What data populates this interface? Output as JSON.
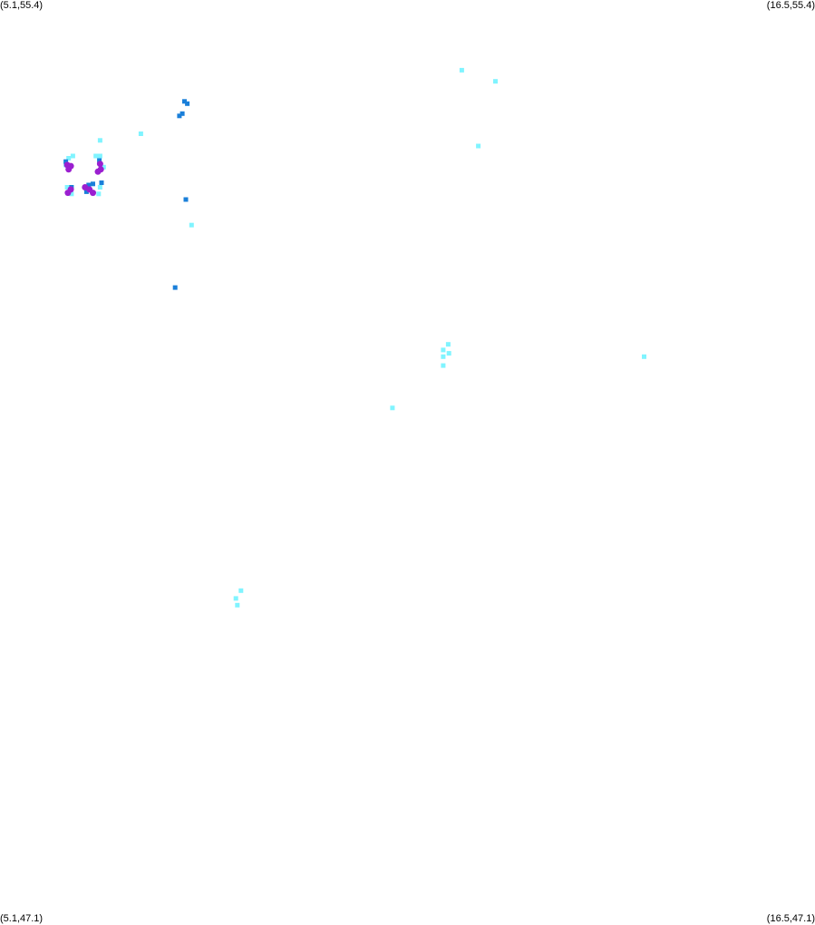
{
  "corners": {
    "top_left": "(5.1,55.4)",
    "top_right": "(16.5,55.4)",
    "bottom_left": "(5.1,47.1)",
    "bottom_right": "(16.5,47.1)"
  },
  "bounds": {
    "lon_min": 5.1,
    "lon_max": 16.5,
    "lat_min": 47.1,
    "lat_max": 55.4
  },
  "colors": {
    "low": "#80f4ff",
    "medium": "#1a7fd9",
    "high": "#9b1fd0",
    "background": "#ffffff"
  },
  "points": [
    {
      "lon": 11.56,
      "lat": 54.77,
      "level": "low"
    },
    {
      "lon": 12.03,
      "lat": 54.67,
      "level": "low"
    },
    {
      "lon": 11.79,
      "lat": 54.09,
      "level": "low"
    },
    {
      "lon": 7.07,
      "lat": 54.2,
      "level": "low"
    },
    {
      "lon": 6.5,
      "lat": 54.14,
      "level": "low"
    },
    {
      "lon": 7.68,
      "lat": 54.49,
      "level": "medium"
    },
    {
      "lon": 7.72,
      "lat": 54.47,
      "level": "medium"
    },
    {
      "lon": 7.65,
      "lat": 54.38,
      "level": "medium"
    },
    {
      "lon": 7.61,
      "lat": 54.36,
      "level": "medium"
    },
    {
      "lon": 7.7,
      "lat": 53.61,
      "level": "medium"
    },
    {
      "lon": 7.78,
      "lat": 53.38,
      "level": "low"
    },
    {
      "lon": 7.55,
      "lat": 52.82,
      "level": "medium"
    },
    {
      "lon": 11.37,
      "lat": 52.31,
      "level": "low"
    },
    {
      "lon": 11.3,
      "lat": 52.26,
      "level": "low"
    },
    {
      "lon": 11.38,
      "lat": 52.23,
      "level": "low"
    },
    {
      "lon": 11.3,
      "lat": 52.2,
      "level": "low"
    },
    {
      "lon": 11.3,
      "lat": 52.12,
      "level": "low"
    },
    {
      "lon": 14.11,
      "lat": 52.2,
      "level": "low"
    },
    {
      "lon": 10.59,
      "lat": 51.74,
      "level": "low"
    },
    {
      "lon": 8.47,
      "lat": 50.1,
      "level": "low"
    },
    {
      "lon": 8.4,
      "lat": 50.03,
      "level": "low"
    },
    {
      "lon": 8.42,
      "lat": 49.97,
      "level": "low"
    },
    {
      "lon": 6.06,
      "lat": 53.98,
      "level": "low"
    },
    {
      "lon": 6.12,
      "lat": 54.0,
      "level": "low"
    },
    {
      "lon": 6.44,
      "lat": 54.0,
      "level": "low"
    },
    {
      "lon": 6.5,
      "lat": 54.0,
      "level": "low"
    },
    {
      "lon": 6.02,
      "lat": 53.92,
      "level": "low"
    },
    {
      "lon": 6.55,
      "lat": 53.9,
      "level": "low"
    },
    {
      "lon": 6.04,
      "lat": 53.72,
      "level": "low"
    },
    {
      "lon": 6.5,
      "lat": 53.72,
      "level": "low"
    },
    {
      "lon": 6.1,
      "lat": 53.66,
      "level": "low"
    },
    {
      "lon": 6.48,
      "lat": 53.66,
      "level": "low"
    },
    {
      "lon": 6.02,
      "lat": 53.95,
      "level": "medium"
    },
    {
      "lon": 6.49,
      "lat": 53.96,
      "level": "medium"
    },
    {
      "lon": 6.1,
      "lat": 53.72,
      "level": "medium"
    },
    {
      "lon": 6.34,
      "lat": 53.74,
      "level": "medium"
    },
    {
      "lon": 6.4,
      "lat": 53.75,
      "level": "medium"
    },
    {
      "lon": 6.52,
      "lat": 53.76,
      "level": "medium"
    },
    {
      "lon": 6.31,
      "lat": 53.68,
      "level": "medium"
    },
    {
      "lon": 6.04,
      "lat": 53.92,
      "level": "high"
    },
    {
      "lon": 6.09,
      "lat": 53.91,
      "level": "high"
    },
    {
      "lon": 6.06,
      "lat": 53.88,
      "level": "high"
    },
    {
      "lon": 6.5,
      "lat": 53.93,
      "level": "high"
    },
    {
      "lon": 6.51,
      "lat": 53.88,
      "level": "high"
    },
    {
      "lon": 6.47,
      "lat": 53.86,
      "level": "high"
    },
    {
      "lon": 6.09,
      "lat": 53.7,
      "level": "high"
    },
    {
      "lon": 6.05,
      "lat": 53.67,
      "level": "high"
    },
    {
      "lon": 6.29,
      "lat": 53.72,
      "level": "high"
    },
    {
      "lon": 6.35,
      "lat": 53.7,
      "level": "high"
    },
    {
      "lon": 6.4,
      "lat": 53.67,
      "level": "high"
    }
  ]
}
